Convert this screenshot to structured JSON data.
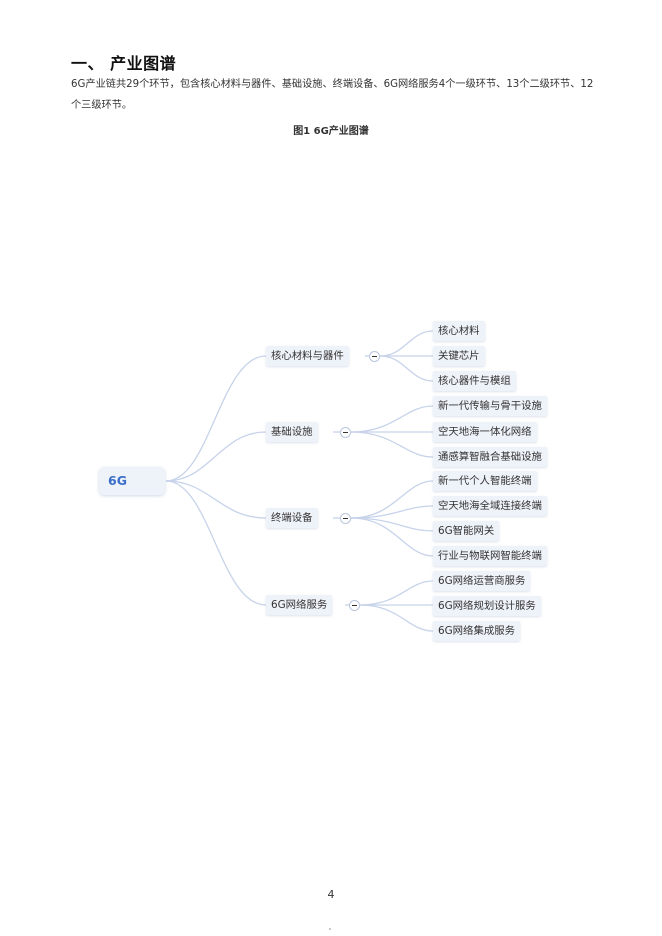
{
  "document": {
    "heading": "一、 产业图谱",
    "paragraph": "6G产业链共29个环节，包含核心材料与器件、基础设施、终端设备、6G网络服务4个一级环节、13个二级环节、12个三级环节。",
    "figure_caption": "图1 6G产业图谱",
    "page_number": "4"
  },
  "mindmap": {
    "root": "6G",
    "branches": [
      {
        "label": "核心材料与器件",
        "children": [
          "核心材料",
          "关键芯片",
          "核心器件与模组"
        ]
      },
      {
        "label": "基础设施",
        "children": [
          "新一代传输与骨干设施",
          "空天地海一体化网络",
          "通感算智融合基础设施"
        ]
      },
      {
        "label": "终端设备",
        "children": [
          "新一代个人智能终端",
          "空天地海全域连接终端",
          "6G智能网关",
          "行业与物联网智能终端"
        ]
      },
      {
        "label": "6G网络服务",
        "children": [
          "6G网络运营商服务",
          "6G网络规划设计服务",
          "6G网络集成服务"
        ]
      }
    ]
  },
  "colors": {
    "connector": "#c7d3ea",
    "root_text": "#3b6fc9",
    "node_bg": "#eef2f9"
  }
}
